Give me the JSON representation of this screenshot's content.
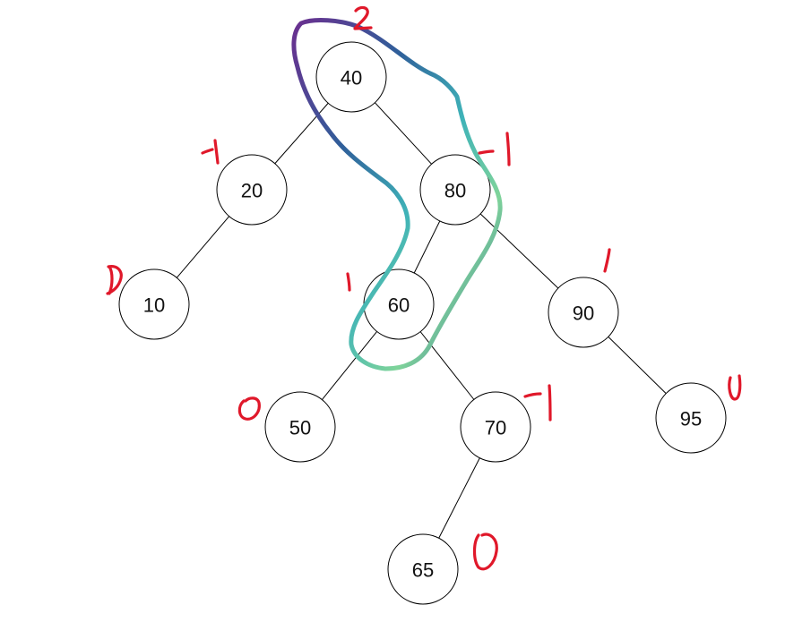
{
  "tree": {
    "nodes": [
      {
        "id": "n40",
        "label": "40",
        "balance": "2"
      },
      {
        "id": "n20",
        "label": "20",
        "balance": "-1"
      },
      {
        "id": "n80",
        "label": "80",
        "balance": "-1"
      },
      {
        "id": "n10",
        "label": "10",
        "balance": "0"
      },
      {
        "id": "n60",
        "label": "60",
        "balance": "1"
      },
      {
        "id": "n90",
        "label": "90",
        "balance": "1"
      },
      {
        "id": "n50",
        "label": "50",
        "balance": "0"
      },
      {
        "id": "n70",
        "label": "70",
        "balance": "-1"
      },
      {
        "id": "n95",
        "label": "95",
        "balance": "0"
      },
      {
        "id": "n65",
        "label": "65",
        "balance": "0"
      }
    ],
    "edges": [
      [
        "n40",
        "n20"
      ],
      [
        "n40",
        "n80"
      ],
      [
        "n20",
        "n10"
      ],
      [
        "n80",
        "n60"
      ],
      [
        "n80",
        "n90"
      ],
      [
        "n60",
        "n50"
      ],
      [
        "n60",
        "n70"
      ],
      [
        "n90",
        "n95"
      ],
      [
        "n70",
        "n65"
      ]
    ],
    "highlighted_path": [
      "n40",
      "n80",
      "n60"
    ]
  },
  "colors": {
    "annotation": "#e0182a",
    "loop_purple": "#6b2f8f",
    "loop_blue": "#2f5f9a",
    "loop_teal": "#3fb3b8",
    "loop_green": "#7fd49a"
  }
}
